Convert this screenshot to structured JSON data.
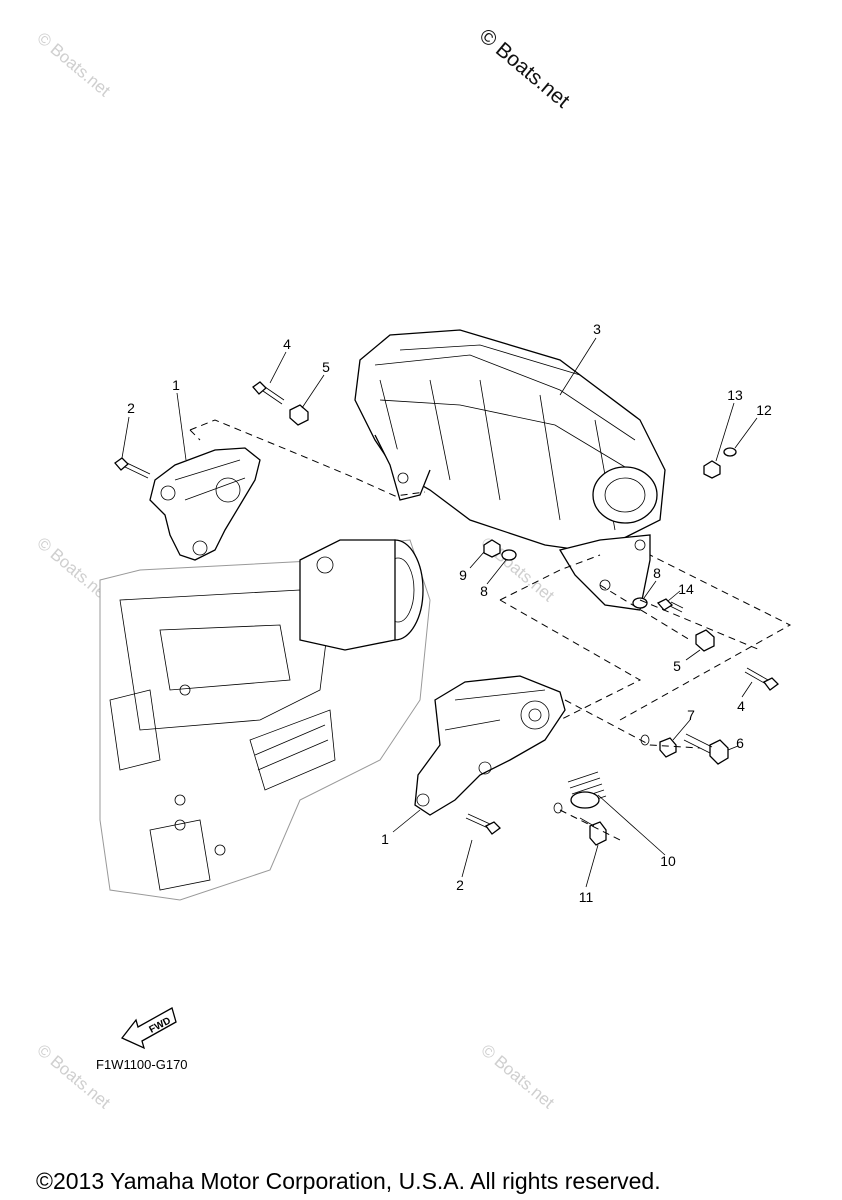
{
  "watermark_main": "© Boats.net",
  "watermark_faint": "© Boats.net",
  "callouts": [
    {
      "id": "c3",
      "text": "3"
    },
    {
      "id": "c4a",
      "text": "4"
    },
    {
      "id": "c5a",
      "text": "5"
    },
    {
      "id": "c1a",
      "text": "1"
    },
    {
      "id": "c2a",
      "text": "2"
    },
    {
      "id": "c13",
      "text": "13"
    },
    {
      "id": "c12",
      "text": "12"
    },
    {
      "id": "c9",
      "text": "9"
    },
    {
      "id": "c8a",
      "text": "8"
    },
    {
      "id": "c8b",
      "text": "8"
    },
    {
      "id": "c14",
      "text": "14"
    },
    {
      "id": "c5b",
      "text": "5"
    },
    {
      "id": "c4b",
      "text": "4"
    },
    {
      "id": "c7",
      "text": "7"
    },
    {
      "id": "c6",
      "text": "6"
    },
    {
      "id": "c1b",
      "text": "1"
    },
    {
      "id": "c10",
      "text": "10"
    },
    {
      "id": "c2b",
      "text": "2"
    },
    {
      "id": "c11",
      "text": "11"
    }
  ],
  "fwd_label": "FWD",
  "diagram_code": "F1W1100-G170",
  "copyright": "©2013 Yamaha Motor Corporation, U.S.A. All rights reserved."
}
